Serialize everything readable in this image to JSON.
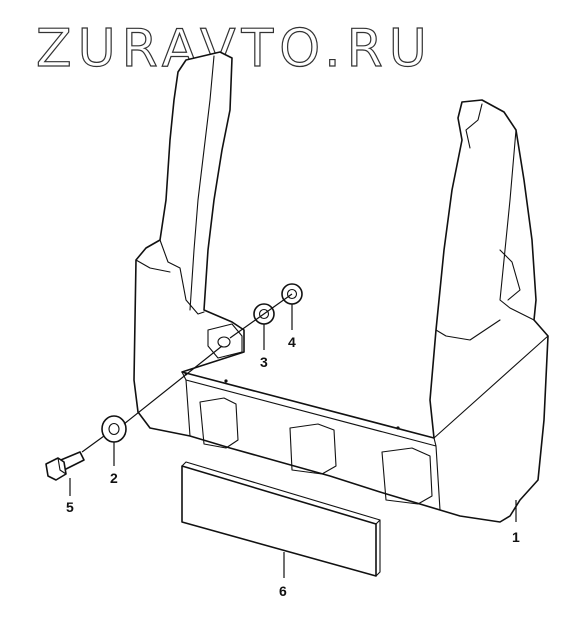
{
  "watermark": {
    "text": "ZURAVTO.RU"
  },
  "corner_code": "",
  "callouts": [
    {
      "id": "1",
      "label": "1",
      "part": "fuel-tank-guard"
    },
    {
      "id": "2",
      "label": "2",
      "part": "washer-large"
    },
    {
      "id": "3",
      "label": "3",
      "part": "washer-medium"
    },
    {
      "id": "4",
      "label": "4",
      "part": "washer-small"
    },
    {
      "id": "5",
      "label": "5",
      "part": "bolt"
    },
    {
      "id": "6",
      "label": "6",
      "part": "plate"
    }
  ]
}
